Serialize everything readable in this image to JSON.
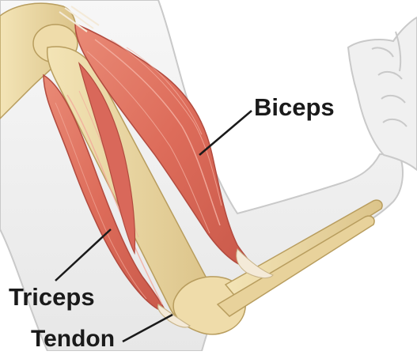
{
  "labels": {
    "biceps": "Biceps",
    "triceps": "Triceps",
    "tendon": "Tendon"
  },
  "colors": {
    "skin_fill": "#f1f1f1",
    "skin_outline": "#c9c9c9",
    "bone": "#ecd9a6",
    "bone_shadow": "#d4bd82",
    "muscle": "#e07a68",
    "muscle_dark": "#c8584a",
    "muscle_light": "#f0a898",
    "tendon": "#f4ead8",
    "leader_line": "#1a1a1a"
  }
}
